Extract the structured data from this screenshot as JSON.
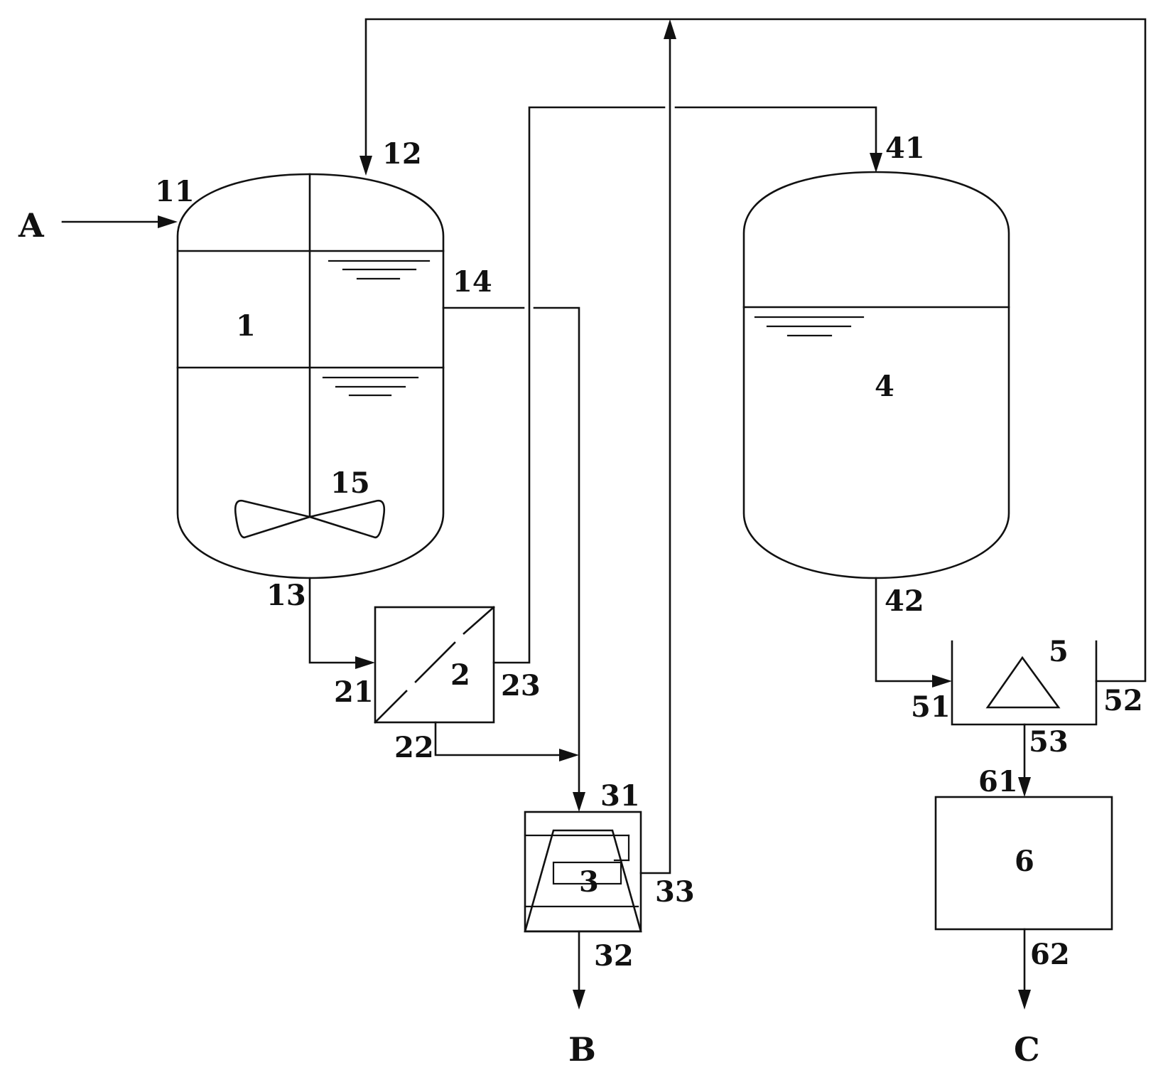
{
  "streams": {
    "feed": "A",
    "product_b": "B",
    "product_c": "C"
  },
  "units": {
    "u1": "1",
    "u2": "2",
    "u3": "3",
    "u4": "4",
    "u5": "5",
    "u6": "6"
  },
  "ports": {
    "p11": "11",
    "p12": "12",
    "p13": "13",
    "p14": "14",
    "p15": "15",
    "p21": "21",
    "p22": "22",
    "p23": "23",
    "p31": "31",
    "p32": "32",
    "p33": "33",
    "p41": "41",
    "p42": "42",
    "p51": "51",
    "p52": "52",
    "p53": "53",
    "p61": "61",
    "p62": "62"
  }
}
